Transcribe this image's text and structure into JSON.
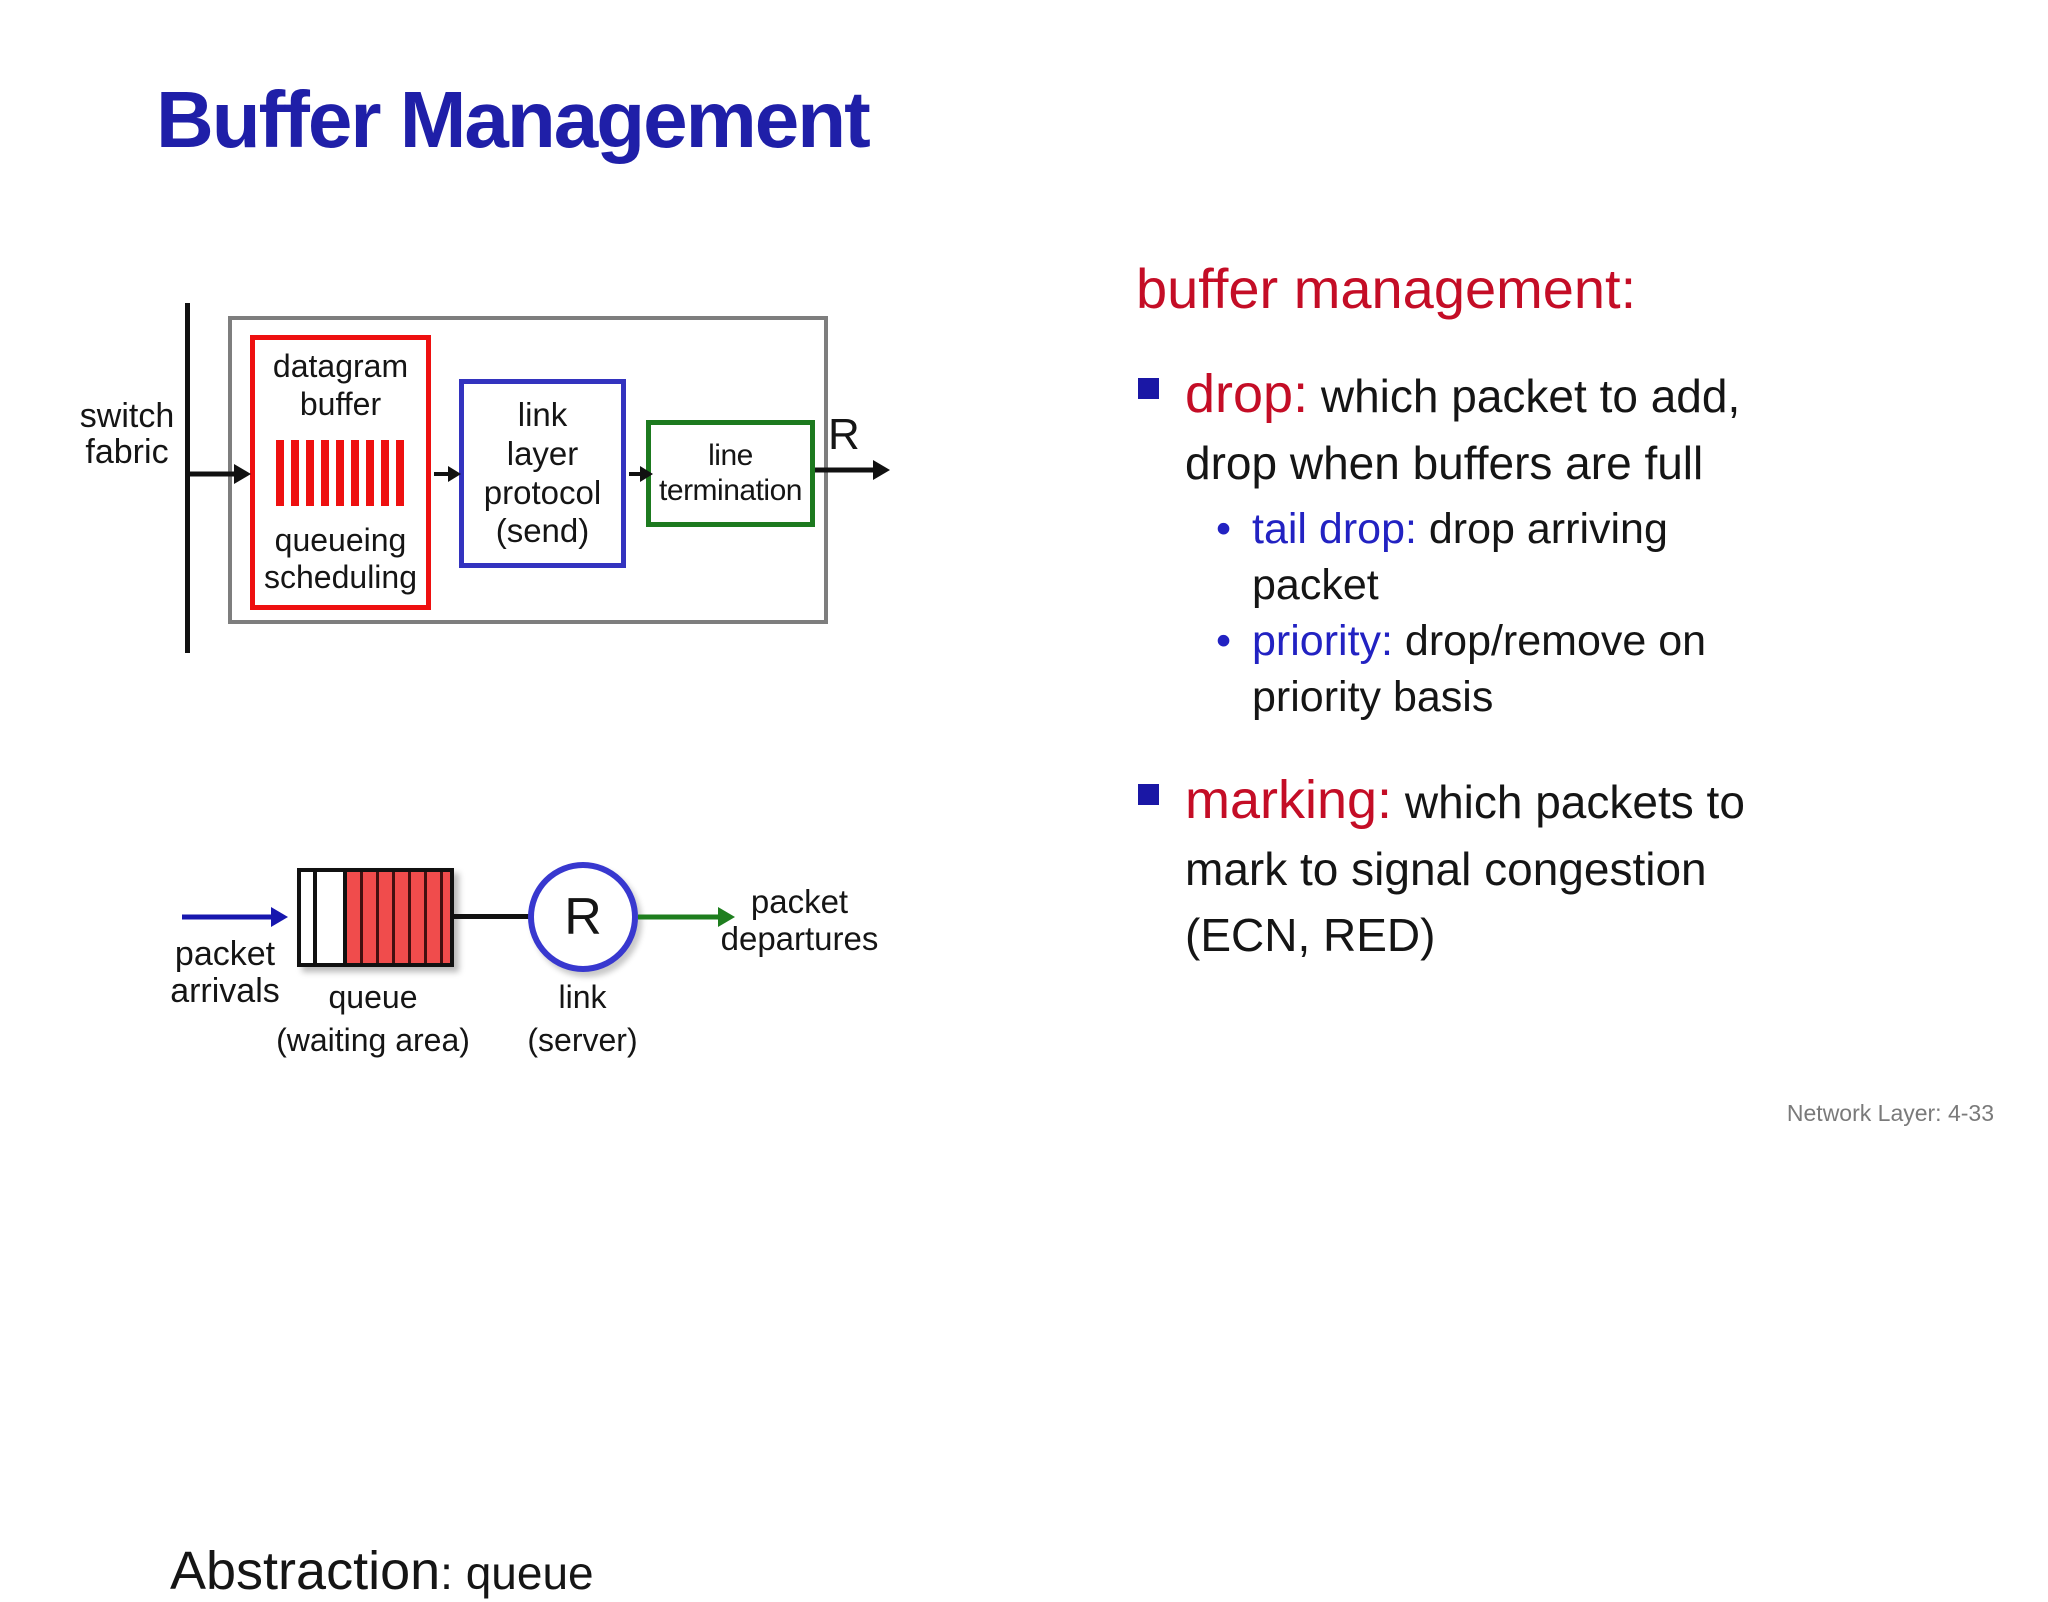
{
  "slide": {
    "title": "Buffer Management",
    "footer": "Network Layer: 4-33",
    "colors": {
      "title_blue": "#1F1FA8",
      "accent_red": "#C40D26",
      "keyword_blue": "#2222C2",
      "bullet_navy": "#1A17A5",
      "diagram_red": "#EE1010",
      "diagram_blue": "#3333BF",
      "diagram_green": "#1D7A1F",
      "diagram_gray": "#7E7E7E",
      "queue_fill_red": "#F04C4C",
      "circle_blue": "#3838CF",
      "arrow_blue": "#1717AE",
      "arrow_green": "#1E7E1E",
      "footer_gray": "#7A7A7A"
    }
  },
  "router_diagram": {
    "switch_fabric_label": "switch\nfabric",
    "buffer_box_top_label": "datagram\nbuffer",
    "buffer_box_bottom_label": "queueing\nscheduling",
    "link_layer_label": "link\nlayer\nprotocol\n(send)",
    "line_termination_label": "line\ntermination",
    "rate_label": "R"
  },
  "abstraction": {
    "heading_main": "Abstraction",
    "heading_rest": ": queue",
    "arrivals_label": "packet\narrivals",
    "queue_caption": "queue\n(waiting area)",
    "server_rate_label": "R",
    "link_caption": "link\n(server)",
    "departures_label": "packet\ndepartures"
  },
  "right_panel": {
    "heading": "buffer management:",
    "sub_bullet_glyph": "•",
    "bullets": [
      {
        "keyword": "drop:",
        "body": " which packet to add,\ndrop when buffers are full",
        "subs": [
          {
            "keyword": "tail drop:",
            "body": " drop arriving\npacket"
          },
          {
            "keyword": "priority:",
            "body": " drop/remove on\npriority basis"
          }
        ]
      },
      {
        "keyword": "marking:",
        "body": " which packets to\nmark to signal congestion\n(ECN, RED)"
      }
    ]
  }
}
